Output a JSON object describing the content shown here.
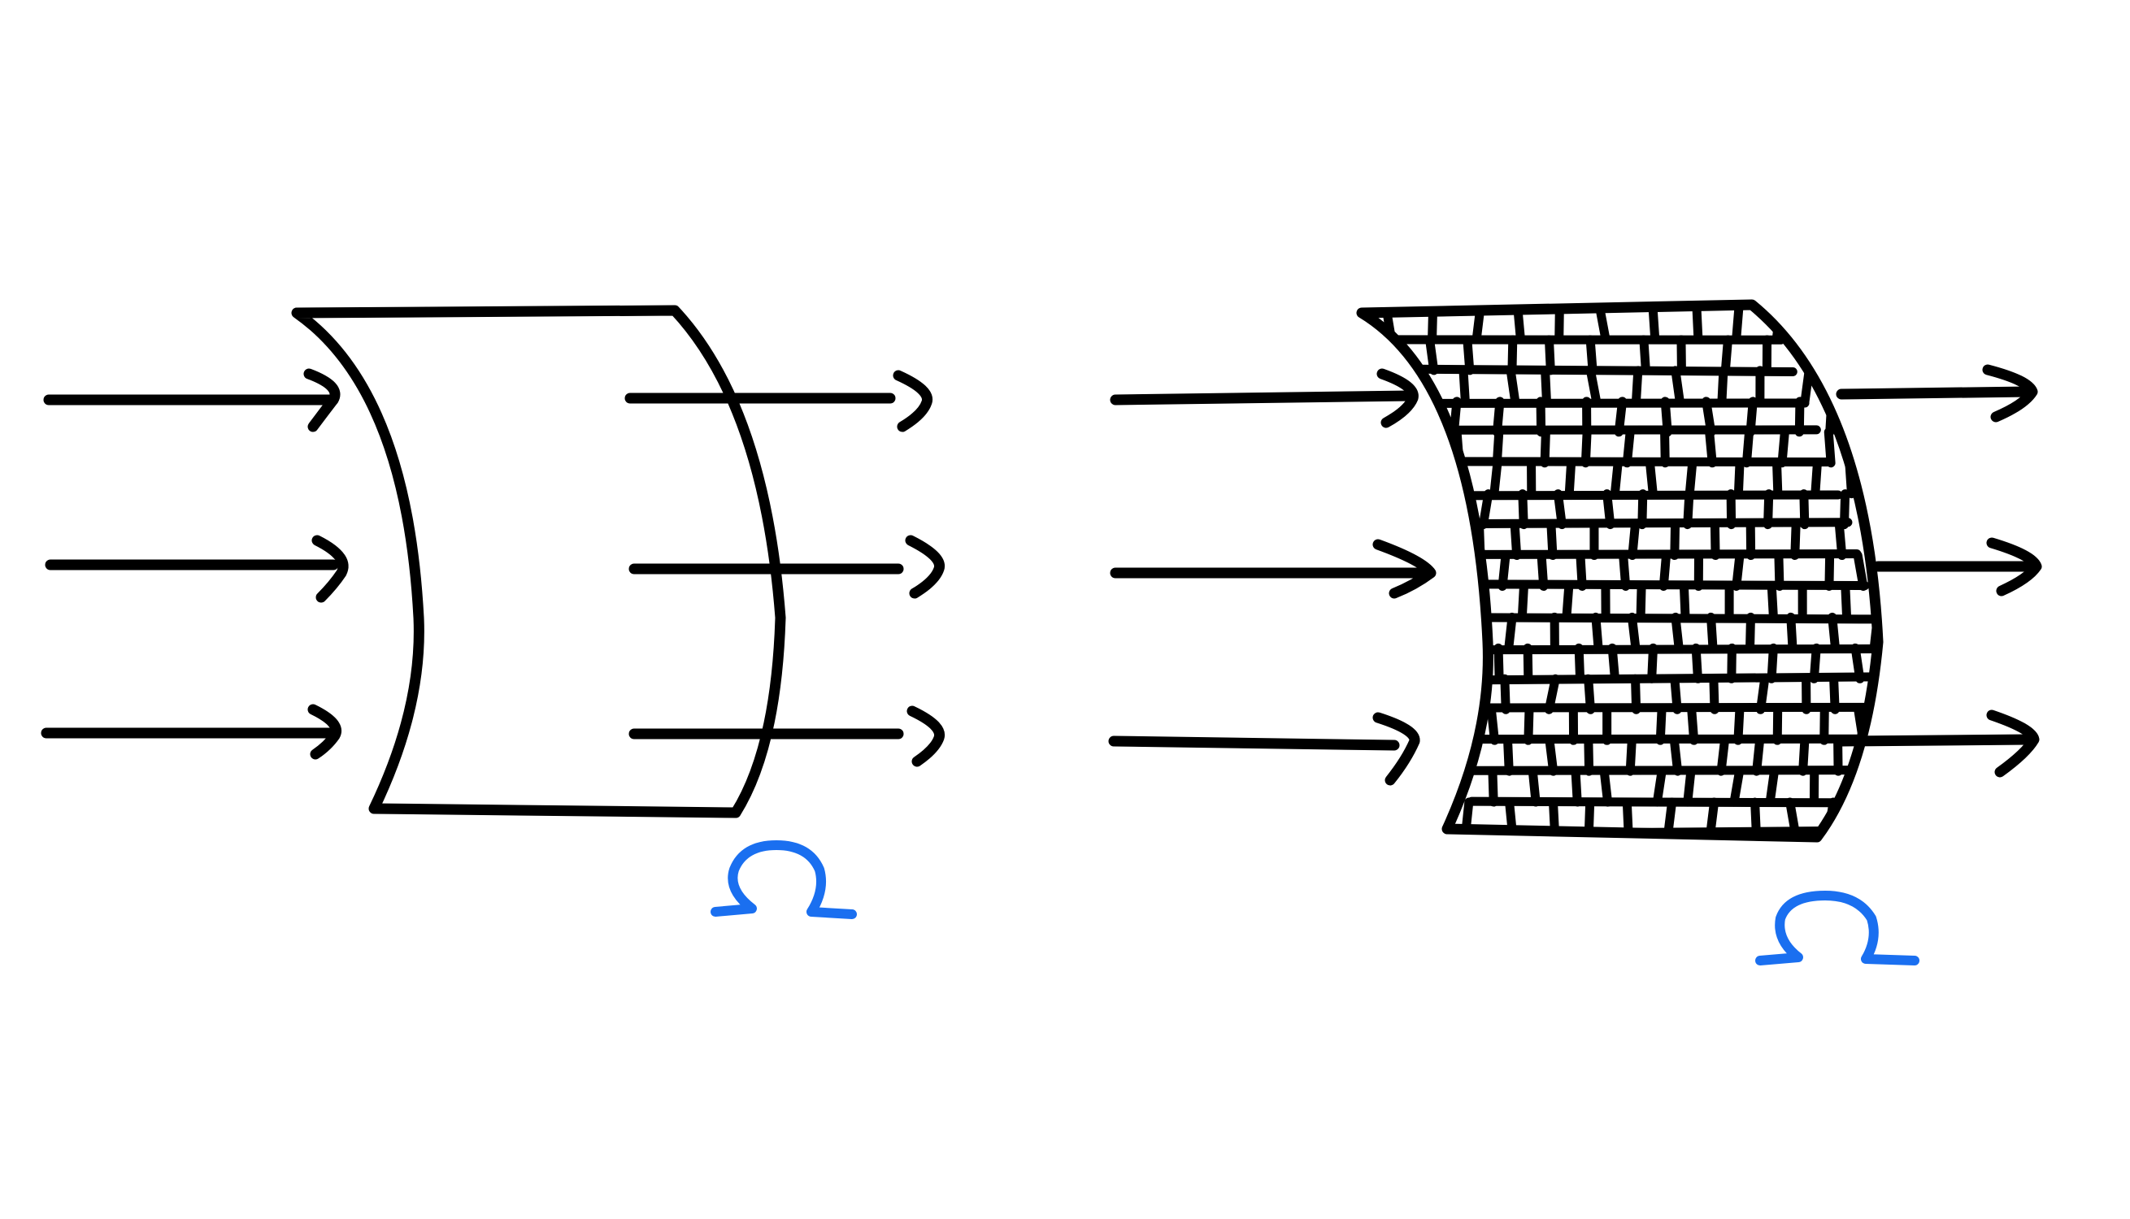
{
  "panels": [
    {
      "id": "uniform-surface",
      "filled_with_mesh": false,
      "arrows_in": 3,
      "arrows_out": 3
    },
    {
      "id": "meshed-surface",
      "filled_with_mesh": true,
      "arrows_in": 3,
      "arrows_out": 3
    }
  ],
  "colors": {
    "stroke": "#000000",
    "omega": "#1a6ff0",
    "background": "#ffffff"
  },
  "icons": {
    "omega_symbol": "omega-icon"
  }
}
